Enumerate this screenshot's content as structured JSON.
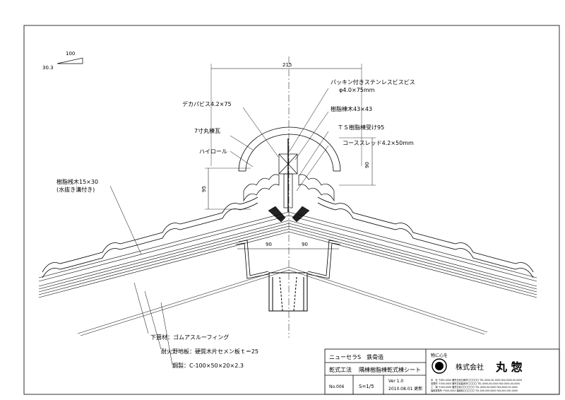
{
  "slope": {
    "run": "100",
    "rise": "30.3"
  },
  "dimensions": {
    "top_width": "215",
    "cap_height": "90",
    "left_height": "95",
    "half_left": "90",
    "half_right": "90"
  },
  "labels": {
    "packing_screw": "パッキン付きステンレスビスビス",
    "packing_screw_size": "φ4.0×75mm",
    "resin_ridge_wood": "樹脂棟木43×43",
    "ts_ridge_receiver": "ＴＳ樹脂棟受け95",
    "coarse_thread": "コーススレッド4.2×50mm",
    "deca_screw": "デカパビス4.2×75",
    "round_ridge_tile": "7寸丸棟瓦",
    "high_roll": "ハイロール",
    "resin_batten": "樹脂桟木15×30",
    "resin_batten_note": "(水抜き溝付き)",
    "underlay": "下葺材：ゴムアスルーフィング",
    "sheathing": "耐火野地板：硬質木片セメン板ｔ＝25",
    "steel": "鋼製：C-100×50×20×2.3"
  },
  "title_block": {
    "product": "ニューセラS　鉄骨造",
    "method": "乾式工法",
    "drawing_title": "隅棟樹脂棟乾式棟シート",
    "number": "No.006",
    "scale": "S=1/5",
    "version": "Ver 1.0",
    "date": "2010.08.01 更新",
    "motto": "物に心を",
    "company": "株式会社",
    "company_name": "丸 惣",
    "contact_lines": [
      "本　社 〒891-0000 鹿児島県日置市〇〇〇〇〇 TEL.0000-00-0000 FAX.0000-00-0000",
      "営業所 〒000-0000 鹿児島県姶良市〇〇〇〇 TEL.0000-00-0000 FAX.0000-00-0000",
      "工　場 〒000-0000 鹿児島県〇〇〇〇〇〇 TEL.0000-00-0000 FAX.0000-00-0000",
      "福岡営業所 〒000-0000 福岡県〇〇〇〇〇 TEL.000-000-0000 FAX.000-000-0000"
    ]
  }
}
